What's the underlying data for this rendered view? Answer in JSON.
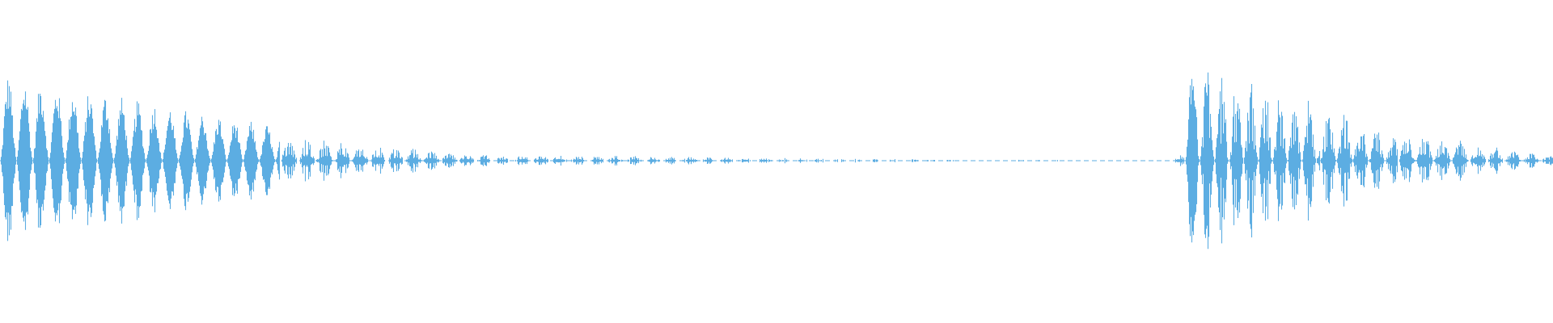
{
  "waveform": {
    "color": "#5dade2",
    "background": "#ffffff",
    "center_line_style": "dashed",
    "bursts": [
      {
        "start": 0.0,
        "end": 0.18,
        "amp": 0.55,
        "decay": 0.55,
        "density": 1.0
      },
      {
        "start": 0.18,
        "end": 0.33,
        "amp": 0.16,
        "decay": 0.8,
        "density": 0.55
      },
      {
        "start": 0.33,
        "end": 0.65,
        "amp": 0.04,
        "decay": 0.9,
        "density": 0.35
      },
      {
        "start": 0.65,
        "end": 0.755,
        "amp": 0.008,
        "decay": 0.95,
        "density": 0.2
      },
      {
        "start": 0.755,
        "end": 0.763,
        "amp": 0.06,
        "decay": 0.5,
        "density": 0.6
      },
      {
        "start": 0.763,
        "end": 0.85,
        "amp": 0.62,
        "decay": 0.35,
        "density": 0.8
      },
      {
        "start": 0.85,
        "end": 0.9,
        "amp": 0.4,
        "decay": 0.6,
        "density": 0.7
      },
      {
        "start": 0.9,
        "end": 1.0,
        "amp": 0.2,
        "decay": 0.8,
        "density": 0.6
      }
    ]
  }
}
